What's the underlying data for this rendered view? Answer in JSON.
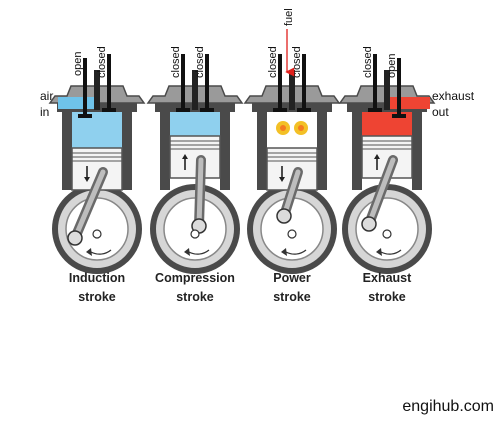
{
  "labels": {
    "air_in": [
      "air",
      "in"
    ],
    "exhaust_out": [
      "exhaust",
      "out"
    ],
    "fuel": "fuel"
  },
  "strokes": [
    {
      "valves": [
        "open",
        "closed"
      ],
      "caption": [
        "Induction",
        "stroke"
      ],
      "chamber_color": "#8fd0ee",
      "piston": "down"
    },
    {
      "valves": [
        "closed",
        "closed"
      ],
      "caption": [
        "Compression",
        "stroke"
      ],
      "chamber_color": "#8fd0ee",
      "piston": "up"
    },
    {
      "valves": [
        "closed",
        "closed"
      ],
      "caption": [
        "Power",
        "stroke"
      ],
      "chamber_color": "#ffffff",
      "piston": "down",
      "ignition": true
    },
    {
      "valves": [
        "closed",
        "open"
      ],
      "caption": [
        "Exhaust",
        "stroke"
      ],
      "chamber_color": "#ee4433",
      "piston": "up"
    }
  ],
  "colors": {
    "air": "#6fc3ea",
    "exhaust": "#ee4433",
    "fuel_arrow": "#e0201c",
    "ignition": "#f3c026",
    "metal_dark": "#4a4a4a",
    "metal_light": "#d6d6d6"
  },
  "credit": "engihub.com"
}
